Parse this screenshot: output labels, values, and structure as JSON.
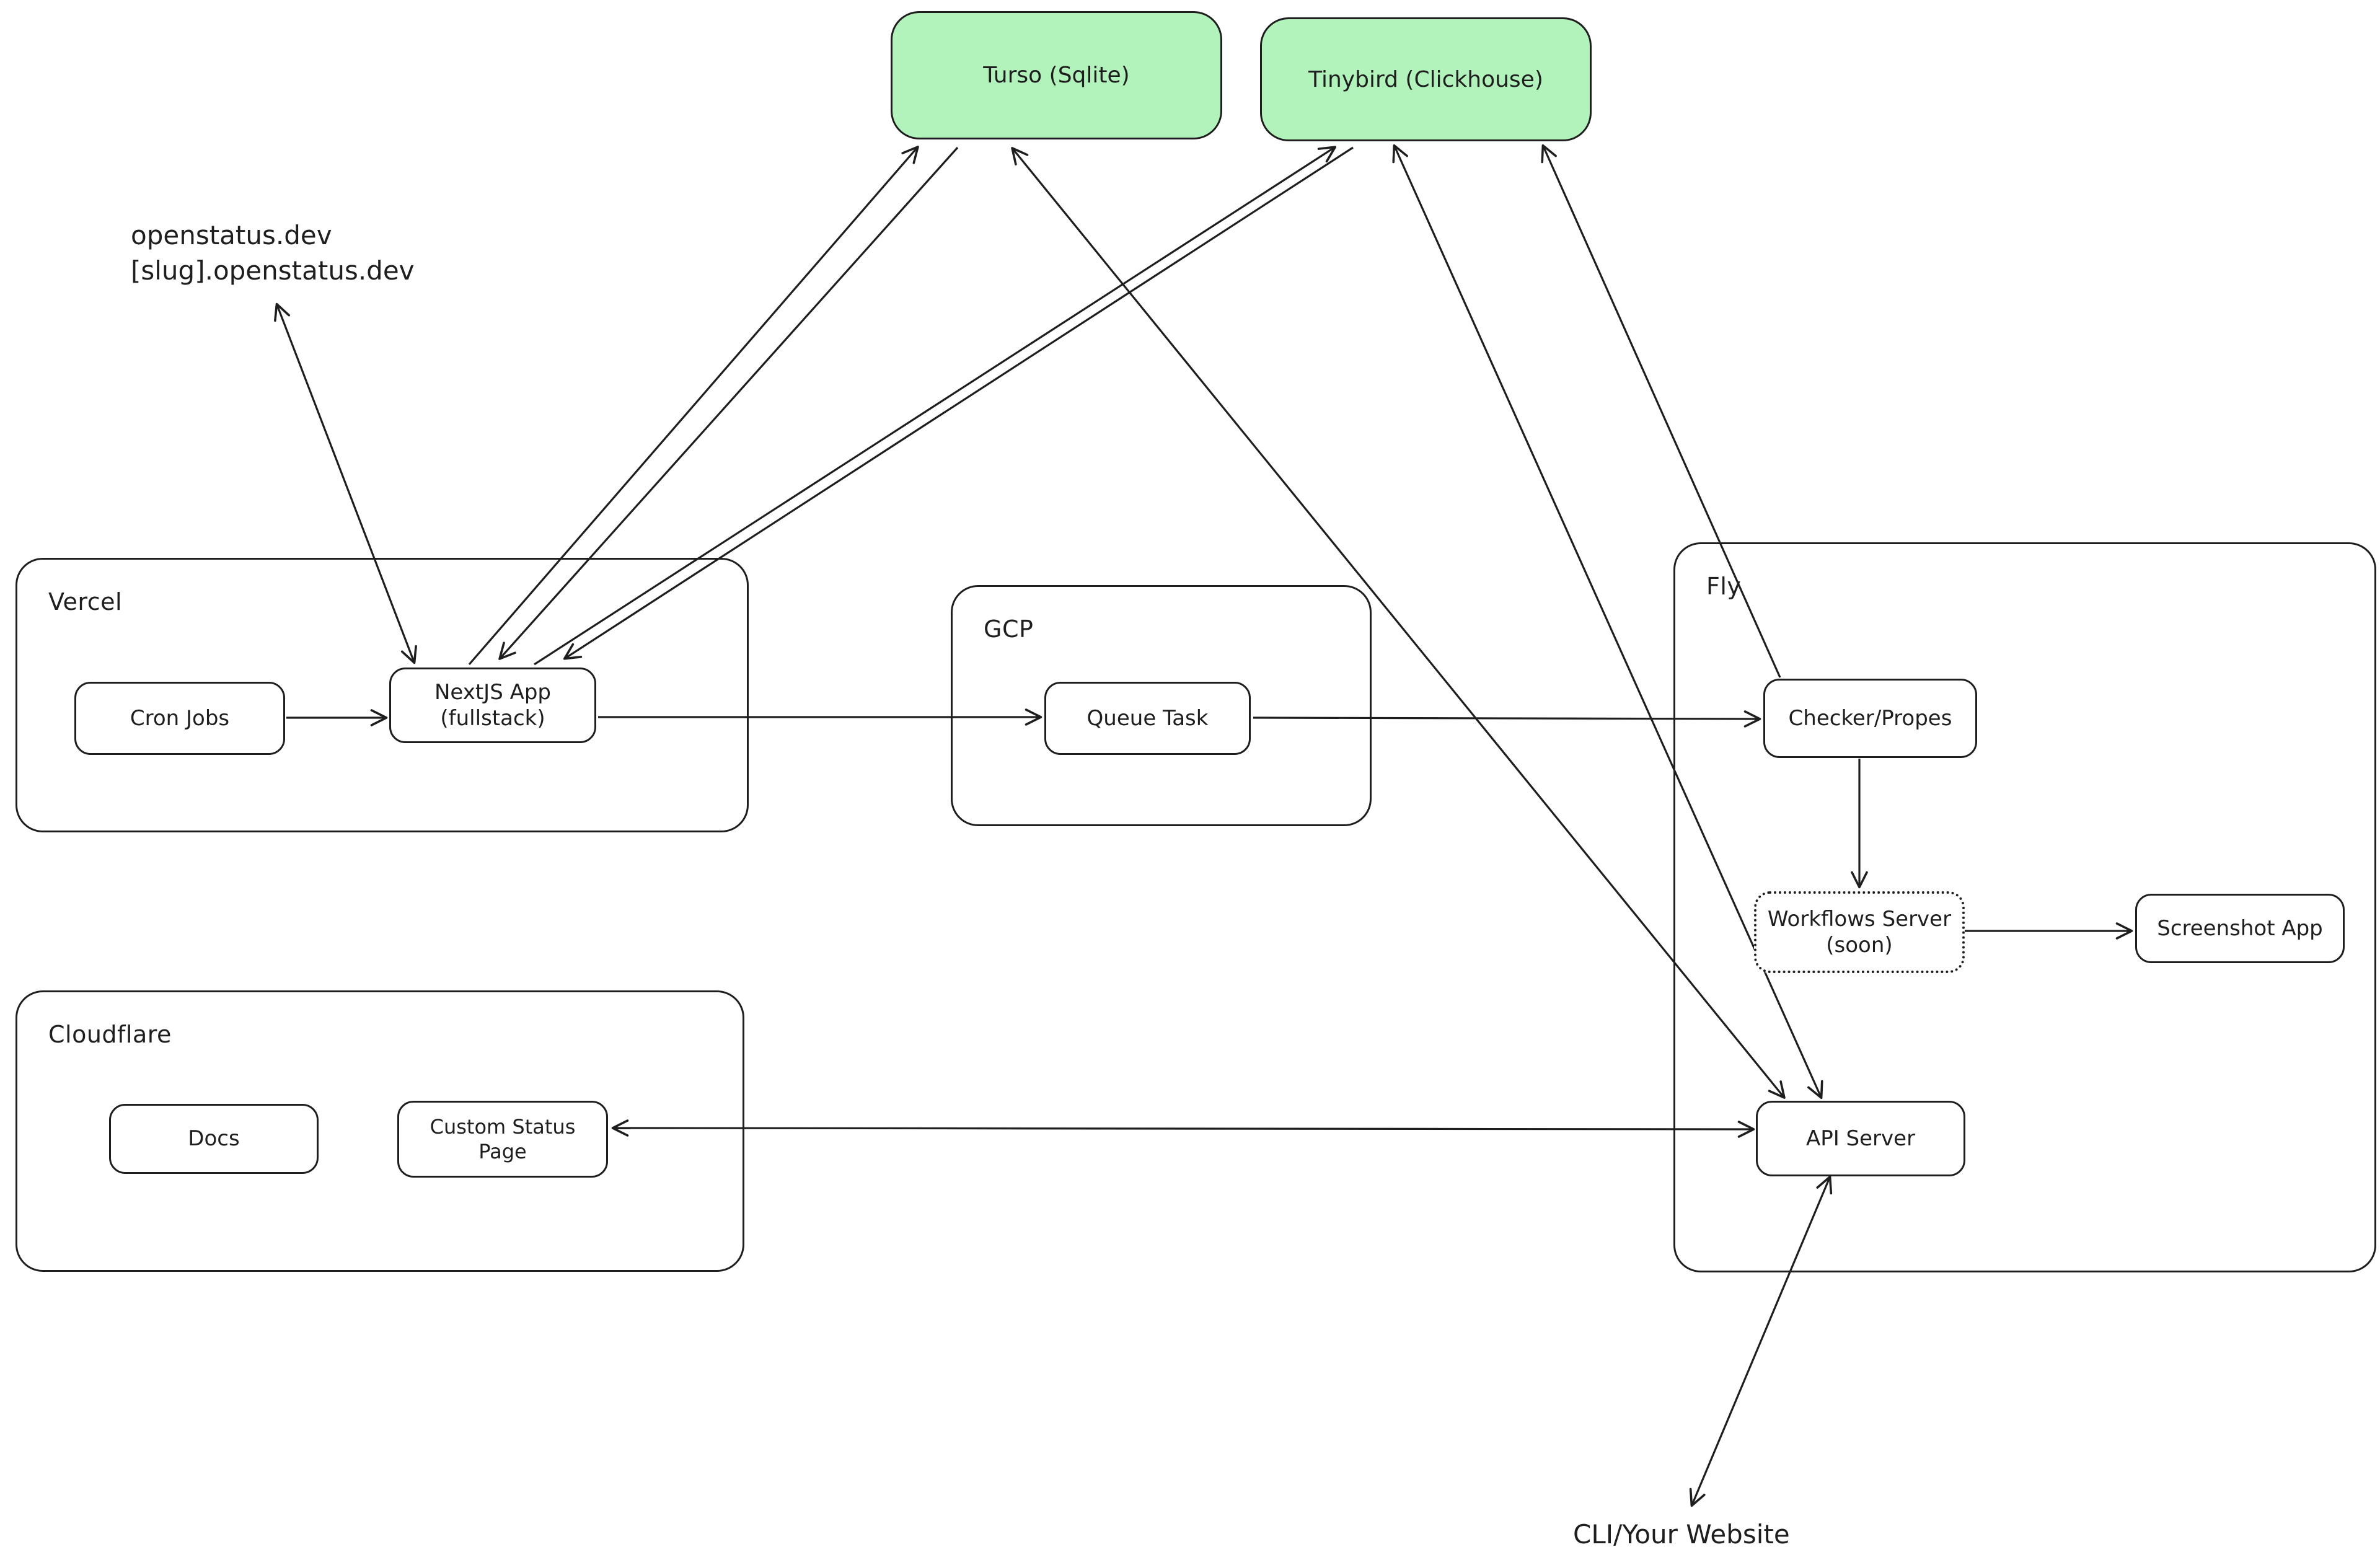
{
  "diagram": {
    "background_color": "#ffffff",
    "stroke_color": "#1e1e1e",
    "datastore_fill_color": "#b2f2bb",
    "containers": {
      "vercel": {
        "label": "Vercel"
      },
      "gcp": {
        "label": "GCP"
      },
      "fly": {
        "label": "Fly"
      },
      "cloudflare": {
        "label": "Cloudflare"
      }
    },
    "nodes": {
      "turso": {
        "label": "Turso (Sqlite)",
        "type": "datastore"
      },
      "tinybird": {
        "label": "Tinybird (Clickhouse)",
        "type": "datastore"
      },
      "cron_jobs": {
        "label": "Cron Jobs"
      },
      "nextjs_app": {
        "label": "NextJS App\n(fullstack)"
      },
      "queue_task": {
        "label": "Queue Task"
      },
      "checker": {
        "label": "Checker/Propes"
      },
      "workflows_server": {
        "label": "Workflows Server\n(soon)",
        "style": "dotted"
      },
      "screenshot_app": {
        "label": "Screenshot App"
      },
      "api_server": {
        "label": "API Server"
      },
      "docs": {
        "label": "Docs"
      },
      "custom_status_page": {
        "label": "Custom Status Page"
      }
    },
    "annotations": {
      "domains": {
        "label": "openstatus.dev\n[slug].openstatus.dev"
      },
      "cli": {
        "label": "CLI/Your Website"
      }
    },
    "connections": [
      {
        "from": "domains-label",
        "to": "nextjs-app",
        "direction": "both"
      },
      {
        "from": "nextjs-app",
        "to": "turso",
        "direction": "to"
      },
      {
        "from": "turso",
        "to": "nextjs-app",
        "direction": "to"
      },
      {
        "from": "nextjs-app",
        "to": "tinybird",
        "direction": "to"
      },
      {
        "from": "tinybird",
        "to": "nextjs-app",
        "direction": "to"
      },
      {
        "from": "api-server",
        "to": "turso",
        "direction": "both"
      },
      {
        "from": "api-server",
        "to": "tinybird",
        "direction": "both"
      },
      {
        "from": "checker",
        "to": "tinybird",
        "direction": "to"
      },
      {
        "from": "cron-jobs",
        "to": "nextjs-app",
        "direction": "to"
      },
      {
        "from": "nextjs-app",
        "to": "queue-task",
        "direction": "to"
      },
      {
        "from": "queue-task",
        "to": "checker",
        "direction": "to"
      },
      {
        "from": "checker",
        "to": "workflows-server",
        "direction": "to"
      },
      {
        "from": "workflows-server",
        "to": "screenshot-app",
        "direction": "to"
      },
      {
        "from": "api-server",
        "to": "custom-status-page",
        "direction": "both"
      },
      {
        "from": "api-server",
        "to": "cli-label",
        "direction": "both"
      }
    ]
  }
}
